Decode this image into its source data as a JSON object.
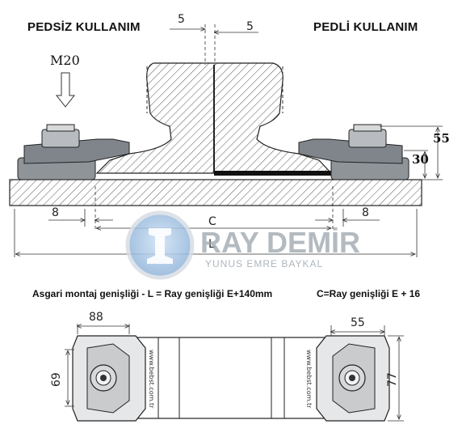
{
  "headings": {
    "left": "PEDSİZ KULLANIM",
    "right": "PEDLİ KULLANIM"
  },
  "notes": {
    "left": "Asgari montaj genişliği - L = Ray genişliği E+140mm",
    "right": "C=Ray genişliği E + 16"
  },
  "section_view": {
    "bolt_label": "M20",
    "dim_top_left": "5",
    "dim_top_right": "5",
    "dim_height_55": "55",
    "dim_height_30": "30",
    "dim_left_8": "8",
    "dim_right_8": "8",
    "dim_C": "C",
    "dim_L": "L"
  },
  "watermark": {
    "title": "RAY DEMİR",
    "subtitle": "YUNUS EMRE BAYKAL",
    "logo_color": "#a9c6e4"
  },
  "plan_view": {
    "dim_88": "88",
    "dim_55": "55",
    "dim_69": "69",
    "dim_77": "77",
    "website_left": "www.bebst.com.tr",
    "website_right": "www.bebst.com.tr"
  }
}
